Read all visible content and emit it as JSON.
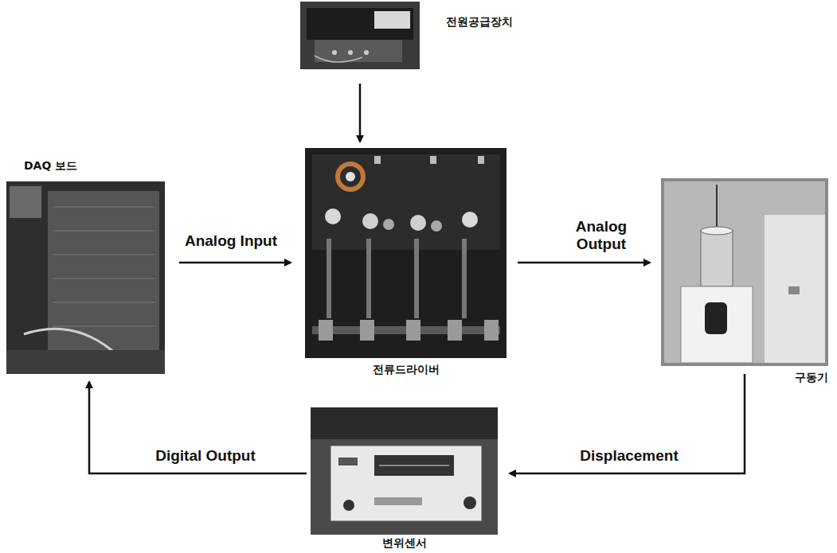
{
  "diagram": {
    "nodes": [
      {
        "text": [
          "전원공급장치"
        ]
      },
      {
        "text": [
          "DAQ 보드"
        ]
      },
      {
        "text": [
          "전류드라이버"
        ]
      },
      {
        "text": [
          "구동기"
        ]
      },
      {
        "text": [
          "변위센서"
        ]
      }
    ],
    "edges": [
      {
        "from": 0,
        "to": 2,
        "arrow": "to"
      },
      {
        "from": 1,
        "to": 2,
        "label": "Analog Input",
        "arrow": "to"
      },
      {
        "from": 2,
        "to": 3,
        "label": "Analog Output",
        "arrow": "to"
      },
      {
        "from": 3,
        "to": 4,
        "label": "Displacement",
        "arrow": "to"
      },
      {
        "from": 4,
        "to": 1,
        "label": "Digital Output",
        "arrow": "to"
      }
    ]
  }
}
